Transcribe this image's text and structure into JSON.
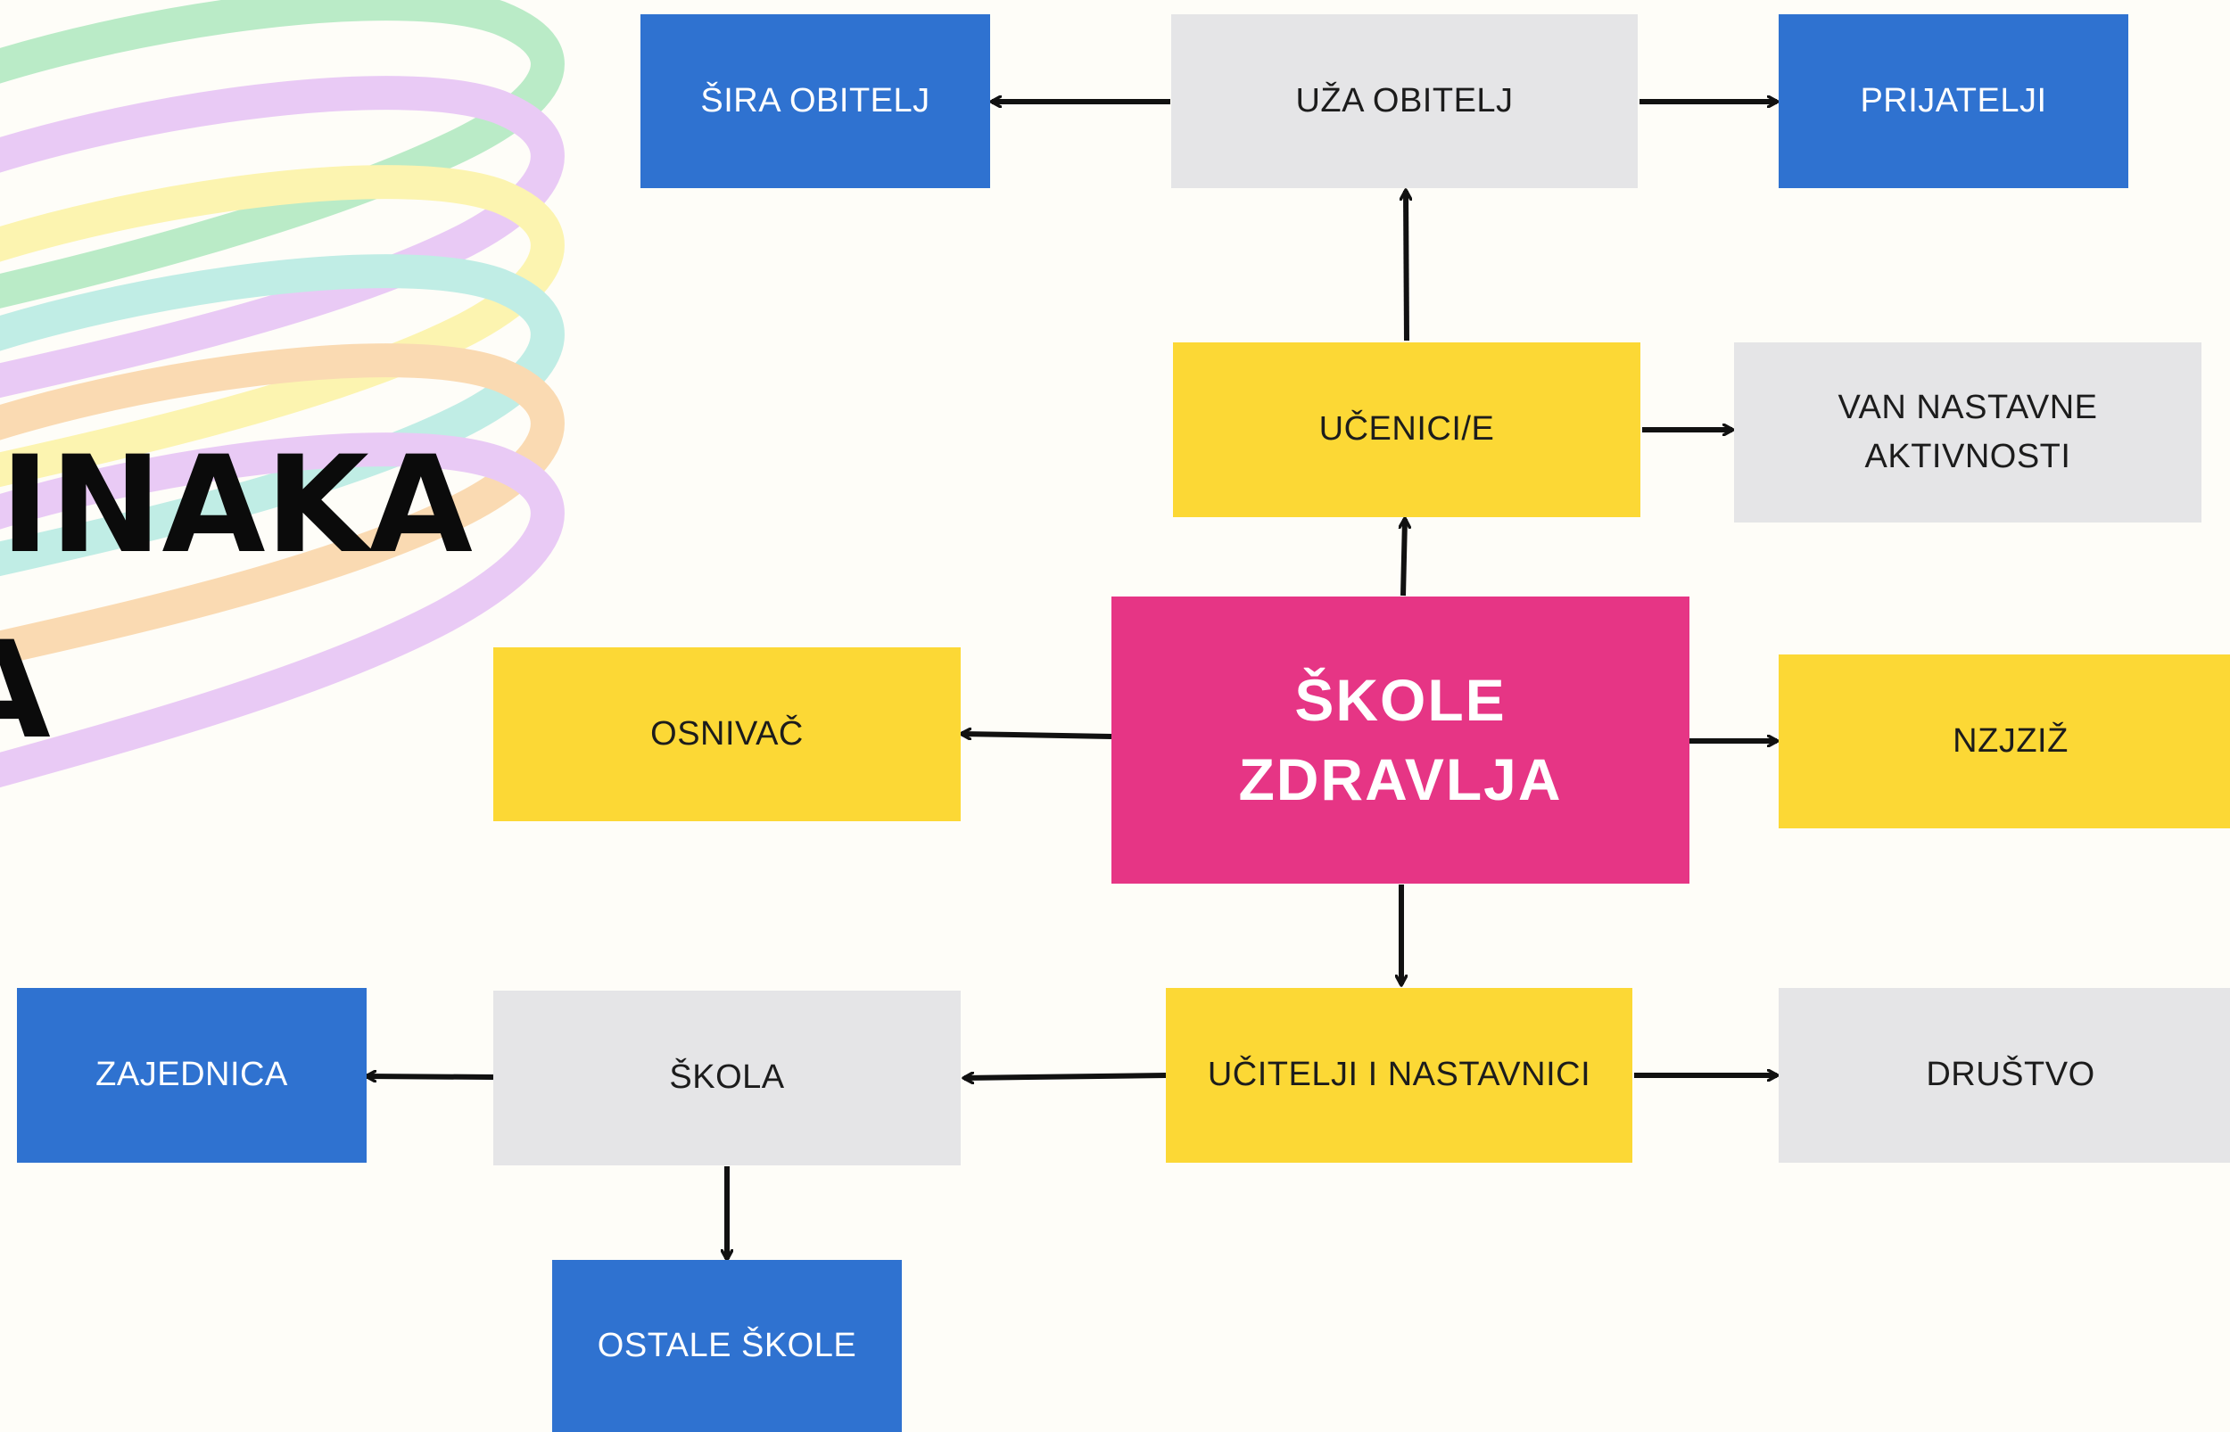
{
  "title": {
    "line1": "ČINAKA",
    "line2": "TA"
  },
  "colors": {
    "blue": "#2f72d0",
    "gray": "#e5e5e7",
    "yellow": "#fcd835",
    "pink": "#e63585",
    "arrow": "#111111"
  },
  "nodes": {
    "center": "ŠKOLE\nZDRAVLJA",
    "sira_obitelj": "ŠIRA OBITELJ",
    "uza_obitelj": "UŽA OBITELJ",
    "prijatelji": "PRIJATELJI",
    "ucenici": "UČENICI/E",
    "van_nastavne": "VAN NASTAVNE\nAKTIVNOSTI",
    "osnivac": "OSNIVAČ",
    "nzjziz": "NZJZIŽ",
    "zajednica": "ZAJEDNICA",
    "skola": "ŠKOLA",
    "ucitelji": "UČITELJI I NASTAVNICI",
    "drustvo": "DRUŠTVO",
    "ostale_skole": "OSTALE ŠKOLE"
  }
}
